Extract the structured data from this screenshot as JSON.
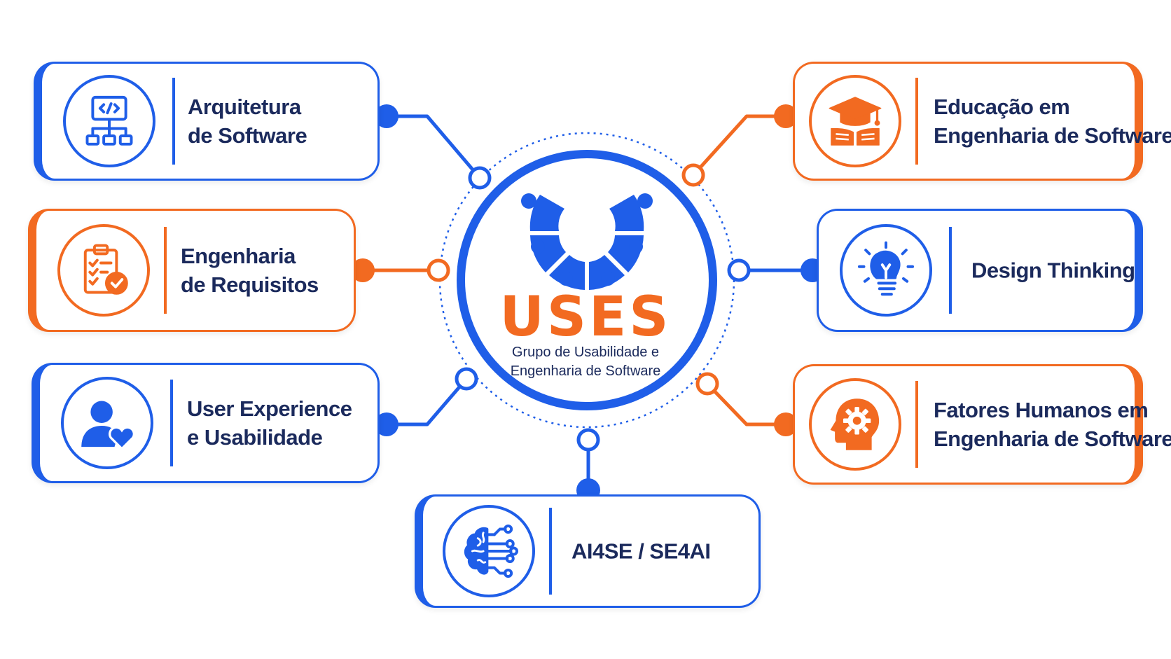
{
  "colors": {
    "blue": "#1f5ee8",
    "orange": "#f26a21",
    "text": "#1b2a5c"
  },
  "center": {
    "title": "USES",
    "subtitle_line1": "Grupo de Usabilidade e",
    "subtitle_line2": "Engenharia de Software"
  },
  "topics": [
    {
      "line1": "Arquitetura",
      "line2": "de Software",
      "icon": "architecture-code-icon",
      "color": "blue"
    },
    {
      "line1": "Engenharia",
      "line2": "de Requisitos",
      "icon": "clipboard-check-icon",
      "color": "orange"
    },
    {
      "line1": "User Experience",
      "line2": "e Usabilidade",
      "icon": "user-heart-icon",
      "color": "blue"
    },
    {
      "line1": "Educação em",
      "line2": "Engenharia de Software",
      "icon": "graduation-book-icon",
      "color": "orange"
    },
    {
      "line1": "Design Thinking",
      "icon": "lightbulb-icon",
      "color": "blue"
    },
    {
      "line1": "Fatores Humanos em",
      "line2": "Engenharia de Software",
      "icon": "head-gear-icon",
      "color": "orange"
    },
    {
      "line1": "AI4SE / SE4AI",
      "icon": "brain-circuit-icon",
      "color": "blue"
    }
  ]
}
